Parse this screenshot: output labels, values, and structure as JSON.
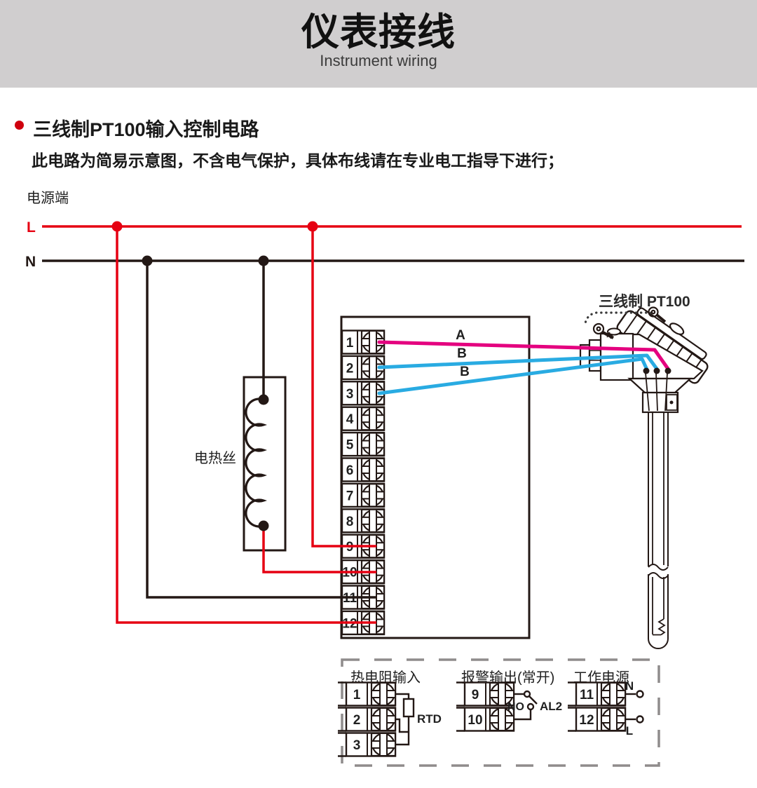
{
  "header": {
    "title": "仪表接线",
    "subtitle": "Instrument wiring"
  },
  "intro": {
    "heading": "三线制PT100输入控制电路",
    "note": "此电路为简易示意图，不含电气保护，具体布线请在专业电工指导下进行；"
  },
  "power": {
    "label": "电源端",
    "live": "L",
    "neutral": "N"
  },
  "heater": {
    "label": "电热丝"
  },
  "instrument": {
    "terminals": [
      "1",
      "2",
      "3",
      "4",
      "5",
      "6",
      "7",
      "8",
      "9",
      "10",
      "11",
      "12"
    ]
  },
  "sensor": {
    "label": "三线制 PT100",
    "wire_a": "A",
    "wire_b1": "B",
    "wire_b2": "B"
  },
  "panel": {
    "rtd": {
      "title": "热电阻输入",
      "terminals": [
        "1",
        "2",
        "3"
      ],
      "component": "RTD"
    },
    "alarm": {
      "title": "报警输出(常开)",
      "terminals": [
        "9",
        "10"
      ],
      "contact": "NO",
      "output": "AL2"
    },
    "supply": {
      "title": "工作电源",
      "terminals": [
        "11",
        "12"
      ],
      "neutral": "N",
      "live": "L"
    }
  },
  "colors": {
    "line_black": "#231815",
    "red": "#e60012",
    "magenta": "#e4007f",
    "blue": "#29abe2",
    "header_bg": "#d0cecf",
    "dash_gray": "#8f8c8c",
    "bullet_red": "#cf000e"
  }
}
